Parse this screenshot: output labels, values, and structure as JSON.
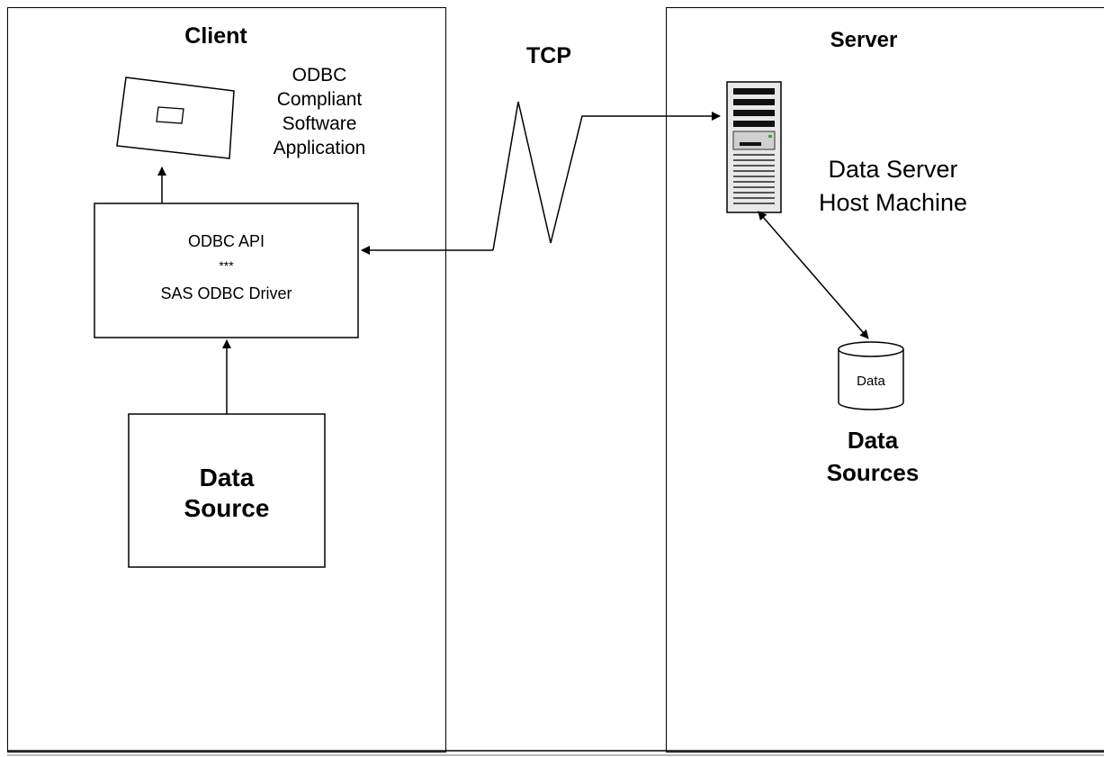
{
  "client": {
    "title": "Client",
    "app_label": [
      "ODBC",
      "Compliant",
      "Software",
      "Application"
    ],
    "driver_box": {
      "line1": "ODBC API",
      "line2": "***",
      "line3": "SAS ODBC Driver"
    },
    "data_source": [
      "Data",
      "Source"
    ]
  },
  "network": {
    "protocol": "TCP"
  },
  "server": {
    "title": "Server",
    "host_label": [
      "Data Server",
      "Host Machine"
    ],
    "db_label": "Data",
    "data_sources": [
      "Data",
      "Sources"
    ]
  },
  "icons": {
    "app": "monitor-window-icon",
    "server": "server-tower-icon",
    "db": "database-cylinder-icon"
  }
}
